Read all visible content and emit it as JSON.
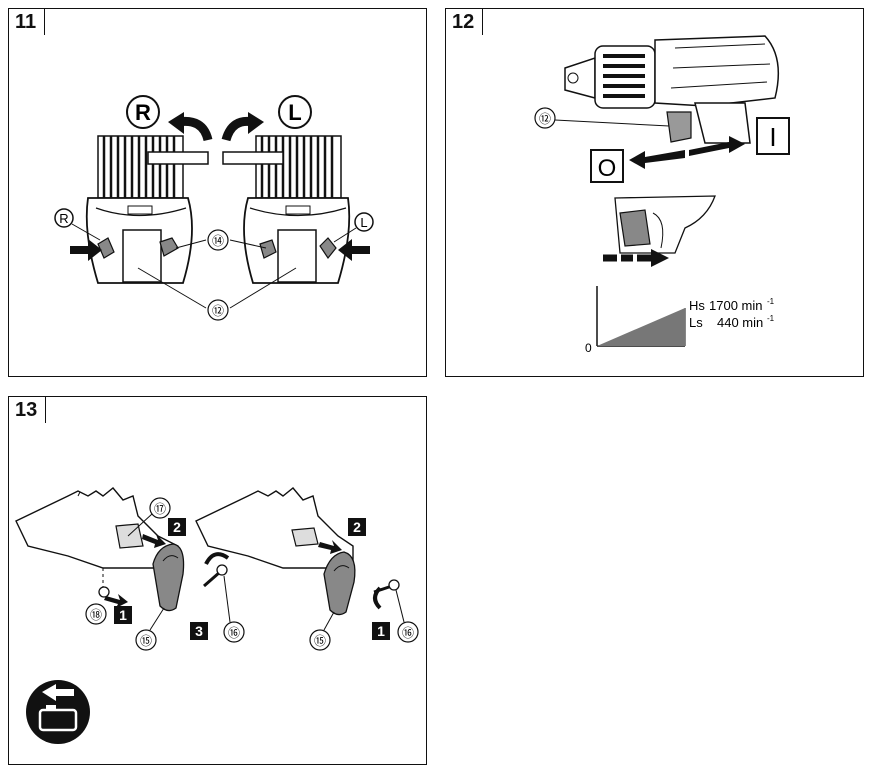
{
  "figures": [
    {
      "number": "11",
      "callouts": {
        "rotate_right": "R",
        "rotate_left": "L",
        "right_mark": "R",
        "left_mark": "L",
        "part_14": "⑭",
        "part_12": "⑫"
      }
    },
    {
      "number": "12",
      "callouts": {
        "part_12": "⑫",
        "off": "O",
        "on": "I"
      },
      "speed": {
        "zero": "0",
        "hs_label": "Hs",
        "hs_value": "1700 min",
        "ls_label": "Ls",
        "ls_value": "440 min",
        "unit_exp": "-1"
      }
    },
    {
      "number": "13",
      "callouts": {
        "part_17": "⑰",
        "part_18": "⑱",
        "part_15_a": "⑮",
        "part_16_a": "⑯",
        "part_15_b": "⑮",
        "part_16_b": "⑯",
        "step_1_a": "1",
        "step_2_a": "2",
        "step_3_a": "3",
        "step_1_b": "1",
        "step_2_b": "2"
      }
    }
  ],
  "icons": {
    "battery_removal": "battery-removal-icon"
  }
}
